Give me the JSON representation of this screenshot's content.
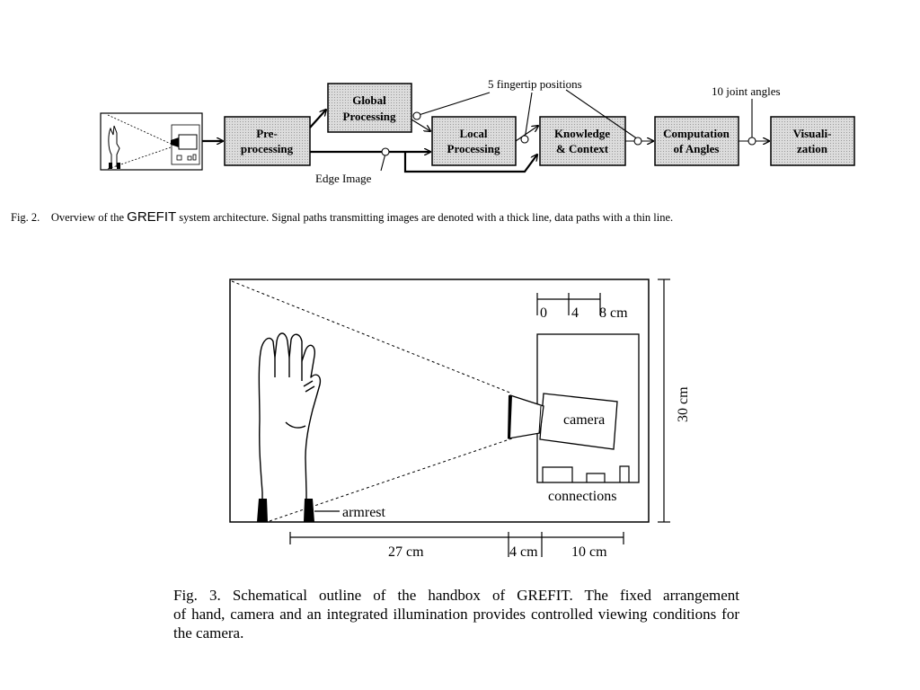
{
  "fig2": {
    "blocks": {
      "preprocessing": [
        "Pre-",
        "processing"
      ],
      "global": [
        "Global",
        "Processing"
      ],
      "local": [
        "Local",
        "Processing"
      ],
      "knowledge": [
        "Knowledge",
        "& Context"
      ],
      "computation": [
        "Computation",
        "of Angles"
      ],
      "visualization": [
        "Visuali-",
        "zation"
      ]
    },
    "labels": {
      "fingertips": "5 fingertip positions",
      "joint_angles": "10 joint angles",
      "edge_image": "Edge Image"
    },
    "caption": {
      "prefix": "Fig. 2.",
      "text_before": "Overview of the",
      "system": "GREFIT",
      "text_after": "system architecture. Signal paths transmitting images are denoted with a thick line, data paths with a thin line."
    }
  },
  "fig3": {
    "scale": {
      "t0": "0",
      "t4": "4",
      "t8": "8 cm"
    },
    "height_label": "30 cm",
    "labels": {
      "camera": "camera",
      "connections": "connections",
      "armrest": "armrest"
    },
    "bottom_dims": {
      "d1": "27 cm",
      "d2": "4 cm",
      "d3": "10 cm"
    },
    "caption": {
      "line1": "Fig. 3.    Schematical outline of the handbox of GREFIT. The fixed arrangement",
      "rest": "of hand, camera and an integrated illumination provides controlled viewing conditions for the camera."
    }
  }
}
